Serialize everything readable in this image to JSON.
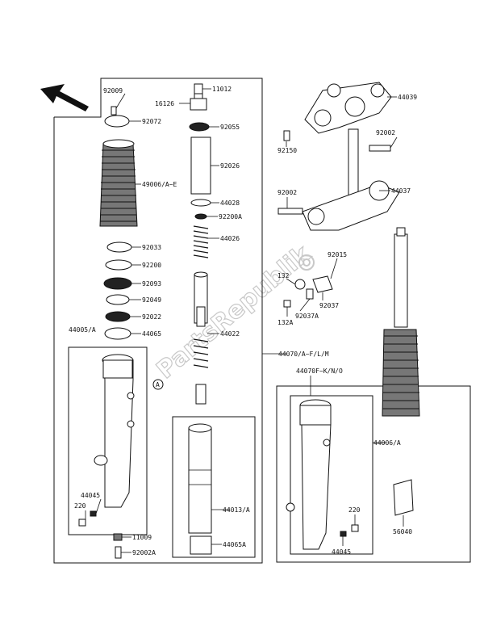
{
  "watermark": "PartsRepublik",
  "parts": {
    "p92009": "92009",
    "p92072": "92072",
    "p49006A": "49006/A~E",
    "p92033": "92033",
    "p92200": "92200",
    "p92093": "92093",
    "p92049": "92049",
    "p92022": "92022",
    "p44065": "44065",
    "p44005A": "44005/A",
    "p44045L": "44045",
    "p220L": "220",
    "p11009": "11009",
    "p92002A": "92002A",
    "p11012": "11012",
    "p16126": "16126",
    "p92055": "92055",
    "p92026": "92026",
    "p44028": "44028",
    "p92200A": "92200A",
    "p44026": "44026",
    "p44022": "44022",
    "p44013A": "44013/A",
    "p44065A": "44065A",
    "p44070A": "44070/A~F/L/M",
    "p44039": "44039",
    "p92002a": "92002",
    "p92150": "92150",
    "p44037": "44037",
    "p92002b": "92002",
    "p92015": "92015",
    "p132": "132",
    "p92037": "92037",
    "p92037A": "92037A",
    "p132A": "132A",
    "p44070F": "44070F~K/N/O",
    "p44006A": "44006/A",
    "p56040": "56040",
    "p220R": "220",
    "p44045R": "44045"
  },
  "callout_A": "A"
}
